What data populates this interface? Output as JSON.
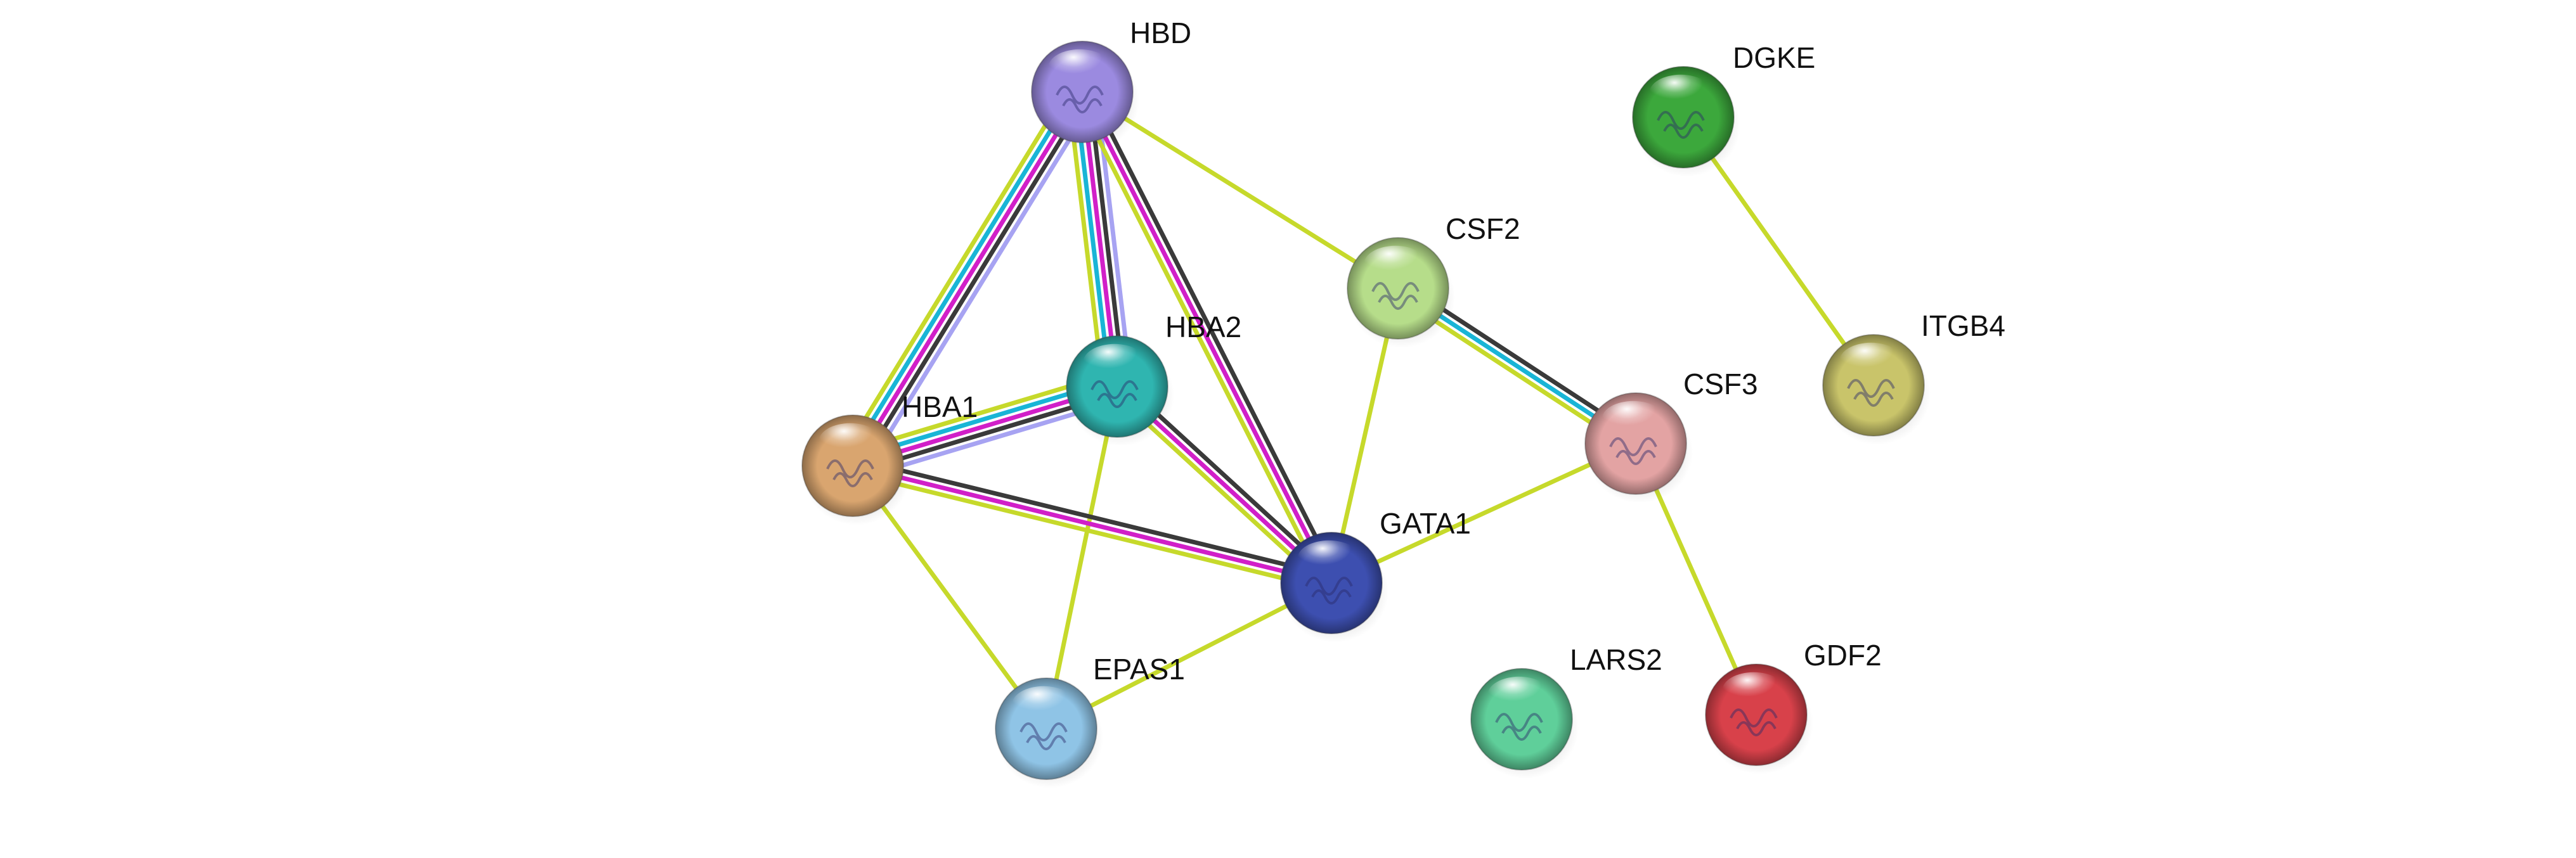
{
  "network": {
    "nodes": [
      {
        "id": "HBD",
        "label": "HBD",
        "color": "#9b8ae0"
      },
      {
        "id": "HBA2",
        "label": "HBA2",
        "color": "#2fb5b0"
      },
      {
        "id": "HBA1",
        "label": "HBA1",
        "color": "#d9a56f"
      },
      {
        "id": "GATA1",
        "label": "GATA1",
        "color": "#3d4fb0"
      },
      {
        "id": "EPAS1",
        "label": "EPAS1",
        "color": "#8fc4e6"
      },
      {
        "id": "CSF2",
        "label": "CSF2",
        "color": "#b6dd8a"
      },
      {
        "id": "CSF3",
        "label": "CSF3",
        "color": "#e3a3a3"
      },
      {
        "id": "DGKE",
        "label": "DGKE",
        "color": "#3ca83c"
      },
      {
        "id": "ITGB4",
        "label": "ITGB4",
        "color": "#c9c46a"
      },
      {
        "id": "LARS2",
        "label": "LARS2",
        "color": "#5fcf9a"
      },
      {
        "id": "GDF2",
        "label": "GDF2",
        "color": "#d8414a"
      }
    ],
    "edge_colors": {
      "textmining": "#c6d92b",
      "coexpression": "#3a3a3a",
      "experiments": "#d11fc8",
      "database": "#19b5d6",
      "homology": "#a7a3f2"
    },
    "edges": [
      {
        "source": "HBD",
        "target": "HBA1",
        "types": [
          "homology",
          "coexpression",
          "experiments",
          "database",
          "textmining"
        ]
      },
      {
        "source": "HBD",
        "target": "HBA2",
        "types": [
          "homology",
          "coexpression",
          "experiments",
          "database",
          "textmining"
        ]
      },
      {
        "source": "HBD",
        "target": "GATA1",
        "types": [
          "coexpression",
          "experiments",
          "textmining"
        ]
      },
      {
        "source": "HBD",
        "target": "CSF2",
        "types": [
          "textmining"
        ]
      },
      {
        "source": "HBA2",
        "target": "HBA1",
        "types": [
          "homology",
          "coexpression",
          "experiments",
          "database",
          "textmining"
        ]
      },
      {
        "source": "HBA2",
        "target": "GATA1",
        "types": [
          "coexpression",
          "experiments",
          "textmining"
        ]
      },
      {
        "source": "HBA2",
        "target": "EPAS1",
        "types": [
          "textmining"
        ]
      },
      {
        "source": "HBA1",
        "target": "GATA1",
        "types": [
          "coexpression",
          "experiments",
          "textmining"
        ]
      },
      {
        "source": "HBA1",
        "target": "EPAS1",
        "types": [
          "textmining"
        ]
      },
      {
        "source": "GATA1",
        "target": "EPAS1",
        "types": [
          "textmining"
        ]
      },
      {
        "source": "GATA1",
        "target": "CSF2",
        "types": [
          "textmining"
        ]
      },
      {
        "source": "GATA1",
        "target": "CSF3",
        "types": [
          "textmining"
        ]
      },
      {
        "source": "CSF2",
        "target": "CSF3",
        "types": [
          "coexpression",
          "database",
          "textmining"
        ]
      },
      {
        "source": "CSF3",
        "target": "GDF2",
        "types": [
          "textmining"
        ]
      },
      {
        "source": "DGKE",
        "target": "ITGB4",
        "types": [
          "textmining"
        ]
      }
    ]
  }
}
